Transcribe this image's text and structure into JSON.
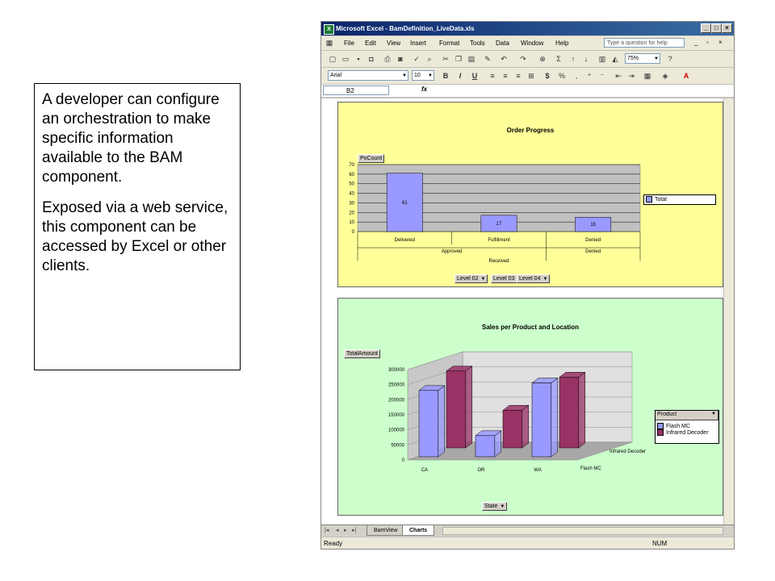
{
  "callout": {
    "paragraph1": "A developer can configure an orchestration to make specific information available to the BAM component.",
    "paragraph2": "Exposed via a web service, this component can be accessed by Excel or other clients."
  },
  "window": {
    "title": "Microsoft Excel - BamDefinition_LiveData.xls",
    "app_icon": "X",
    "menu": [
      "File",
      "Edit",
      "View",
      "Insert",
      "Format",
      "Tools",
      "Data",
      "Window",
      "Help"
    ],
    "ask_placeholder": "Type a question for help",
    "zoom": "75%",
    "font_name": "Arial",
    "font_size": "10",
    "name_box": "B2",
    "fx_label": "fx",
    "sheet_tabs": [
      "BamView",
      "Charts"
    ],
    "active_tab": "Charts",
    "status": "Ready",
    "num_indicator": "NUM",
    "toolbar_text": {
      "bold": "B",
      "italic": "I",
      "underline": "U",
      "currency": "$",
      "percent": "%",
      "sigma": "Σ"
    }
  },
  "chart_data": [
    {
      "type": "bar",
      "title": "Order Progress",
      "ylabel": "PoCount",
      "ylim": [
        0,
        70
      ],
      "yticks": [
        0,
        10,
        20,
        30,
        40,
        50,
        60,
        70
      ],
      "categories": [
        "Delivered",
        "Fulfillment",
        "Denied"
      ],
      "groups": [
        "Approved",
        "Denied"
      ],
      "group_parent": "Received",
      "series": [
        {
          "name": "Total",
          "values": [
            61,
            17,
            15
          ],
          "color": "#9999ff"
        }
      ],
      "data_labels": [
        "61",
        "17",
        "15"
      ],
      "page_fields": [
        "Level 02",
        "Level 03",
        "Level 04"
      ],
      "legend": "right",
      "grid": true
    },
    {
      "type": "bar",
      "title": "Sales per Product and Location",
      "ylabel": "TotalAmount",
      "ylim": [
        0,
        300000
      ],
      "yticks": [
        0,
        50000,
        100000,
        150000,
        200000,
        250000,
        300000
      ],
      "categories": [
        "CA",
        "OR",
        "WA"
      ],
      "series": [
        {
          "name": "Flash MC",
          "values": [
            220000,
            70000,
            245000
          ],
          "color": "#9999ff"
        },
        {
          "name": "Infrared Decoder",
          "values": [
            255000,
            125000,
            235000
          ],
          "color": "#993366"
        }
      ],
      "depth_labels": [
        "Infrared Decoder",
        "Flash MC"
      ],
      "legend_field": "Product",
      "category_field": "State",
      "legend": "right",
      "three_d": true
    }
  ]
}
